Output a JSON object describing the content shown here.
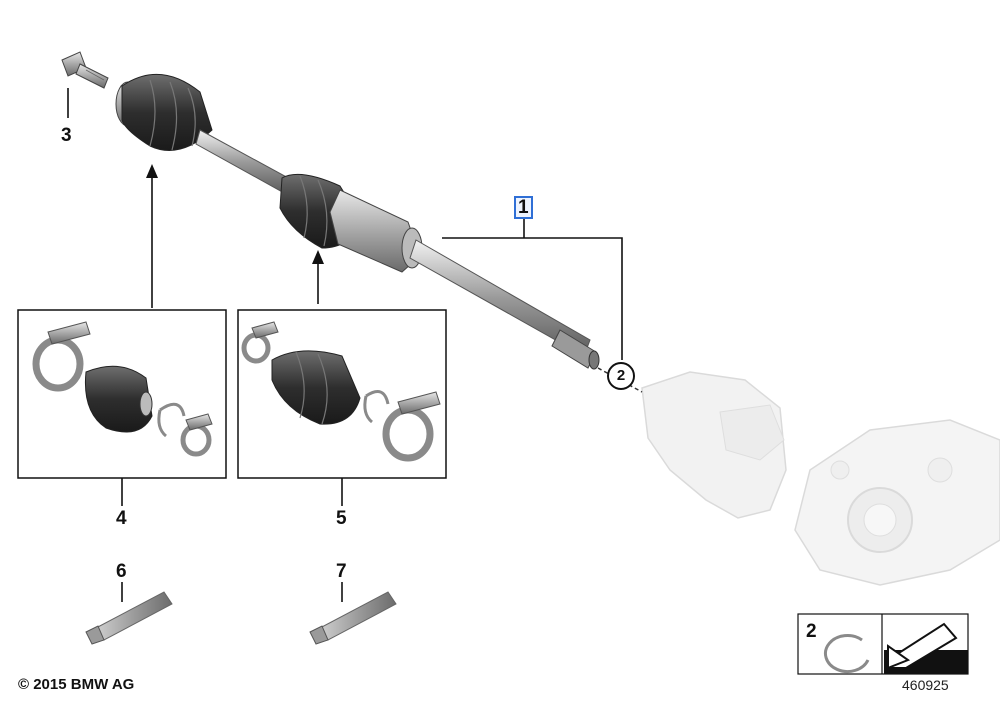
{
  "callouts": {
    "part1": "1",
    "part2_marker": "2",
    "part3": "3",
    "part4": "4",
    "part5": "5",
    "part6": "6",
    "part7": "7"
  },
  "legend": {
    "part2": "2"
  },
  "footer": {
    "copyright": "© 2015 BMW AG",
    "diagram_number": "460925"
  },
  "colors": {
    "line": "#111111",
    "part_dark": "#3a3a3a",
    "part_mid": "#8a8a8a",
    "part_light": "#d8d8d8",
    "faded_part": "#e4e4e4",
    "selection": "#2f6fd6"
  }
}
